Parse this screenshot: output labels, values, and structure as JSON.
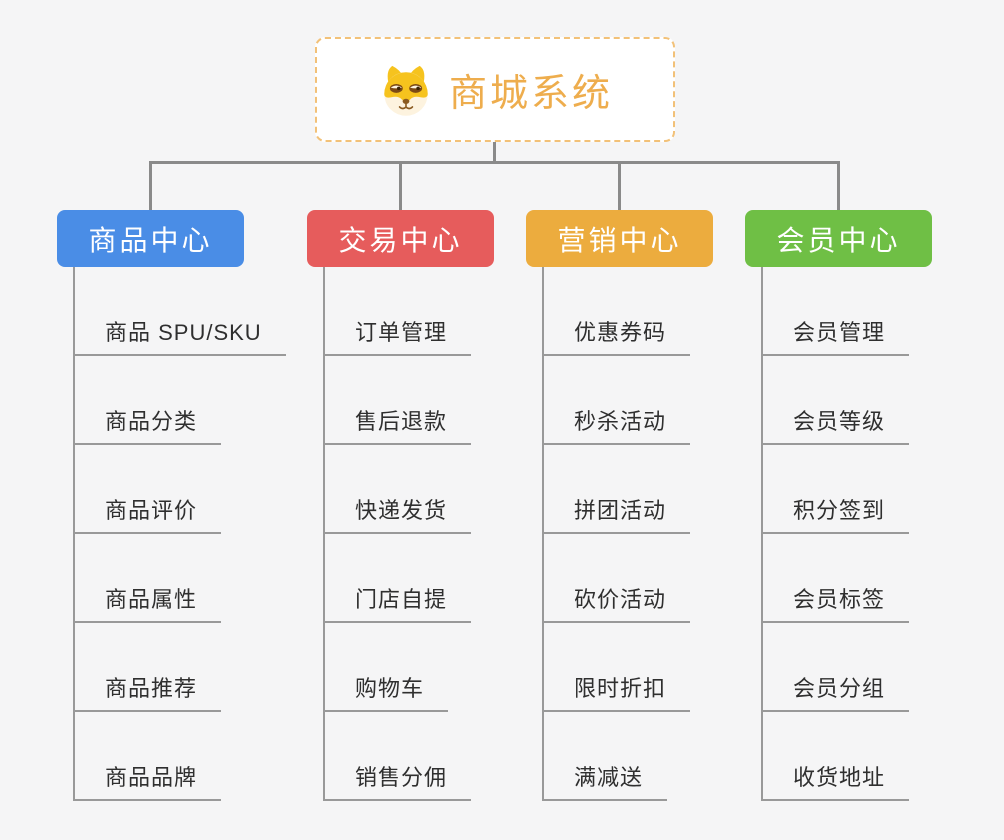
{
  "root": {
    "title": "商城系统",
    "icon": "shiba-dog-icon"
  },
  "branches": [
    {
      "id": "product-center",
      "label": "商品中心",
      "color": "#4a8de6",
      "children": [
        "商品 SPU/SKU",
        "商品分类",
        "商品评价",
        "商品属性",
        "商品推荐",
        "商品品牌"
      ]
    },
    {
      "id": "trade-center",
      "label": "交易中心",
      "color": "#e65c5c",
      "children": [
        "订单管理",
        "售后退款",
        "快递发货",
        "门店自提",
        "购物车",
        "销售分佣"
      ]
    },
    {
      "id": "marketing-center",
      "label": "营销中心",
      "color": "#ecac3e",
      "children": [
        "优惠券码",
        "秒杀活动",
        "拼团活动",
        "砍价活动",
        "限时折扣",
        "满减送"
      ]
    },
    {
      "id": "member-center",
      "label": "会员中心",
      "color": "#6fbf45",
      "children": [
        "会员管理",
        "会员等级",
        "积分签到",
        "会员标签",
        "会员分组",
        "收货地址"
      ]
    }
  ],
  "colors": {
    "background": "#f5f5f6",
    "connector": "#8a8a8a",
    "root_border": "#f2c178",
    "root_text": "#eead4d",
    "child_text": "#2f2f2f",
    "child_underline": "#999999",
    "branch_blue": "#4a8de6",
    "branch_red": "#e65c5c",
    "branch_orange": "#ecac3e",
    "branch_green": "#6fbf45"
  }
}
